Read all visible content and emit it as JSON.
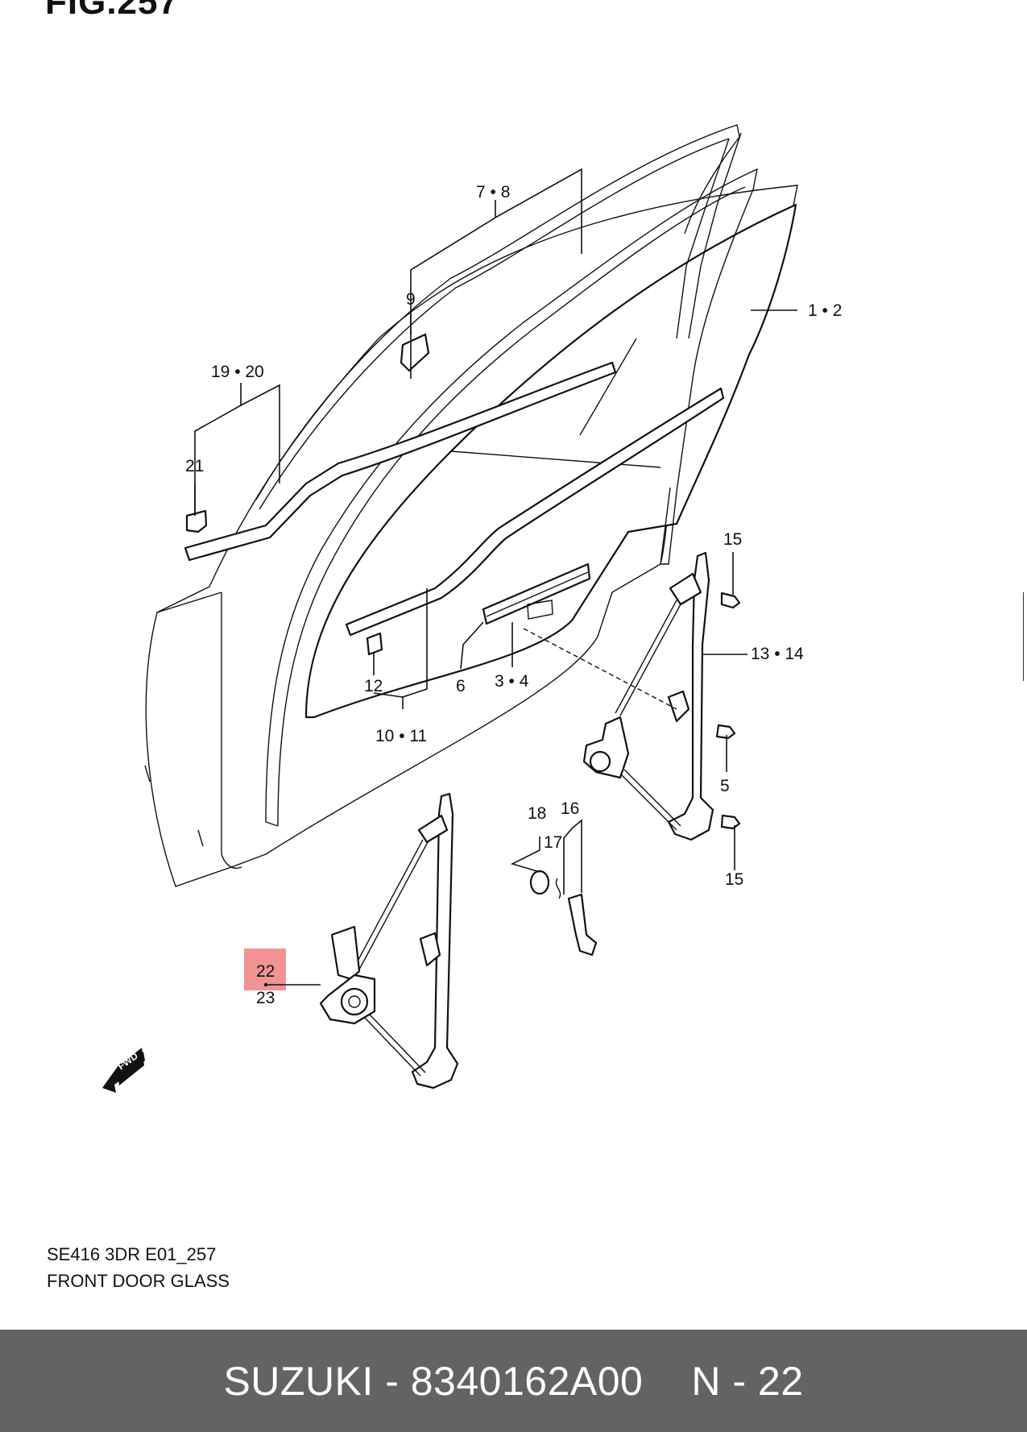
{
  "figure": {
    "title": "FIG.257"
  },
  "caption": {
    "code": "SE416 3DR E01_257",
    "name": "FRONT DOOR GLASS"
  },
  "callouts": {
    "c1": "1 • 2",
    "c2": "7 • 8",
    "c3": "9",
    "c4": "19 • 20",
    "c5": "21",
    "c6": "12",
    "c7": "10 • 11",
    "c8": "6",
    "c9": "3 • 4",
    "c10": "15",
    "c11": "13 • 14",
    "c12": "5",
    "c13": "15",
    "c14": "18",
    "c15": "16",
    "c16": "17",
    "c17": "22",
    "c18": "23"
  },
  "badge": {
    "fwd": "FWD"
  },
  "highlight": {
    "color": "#f08080",
    "part": "22"
  },
  "footer": {
    "brand": "SUZUKI - 8340162A00",
    "ref": "N - 22"
  }
}
